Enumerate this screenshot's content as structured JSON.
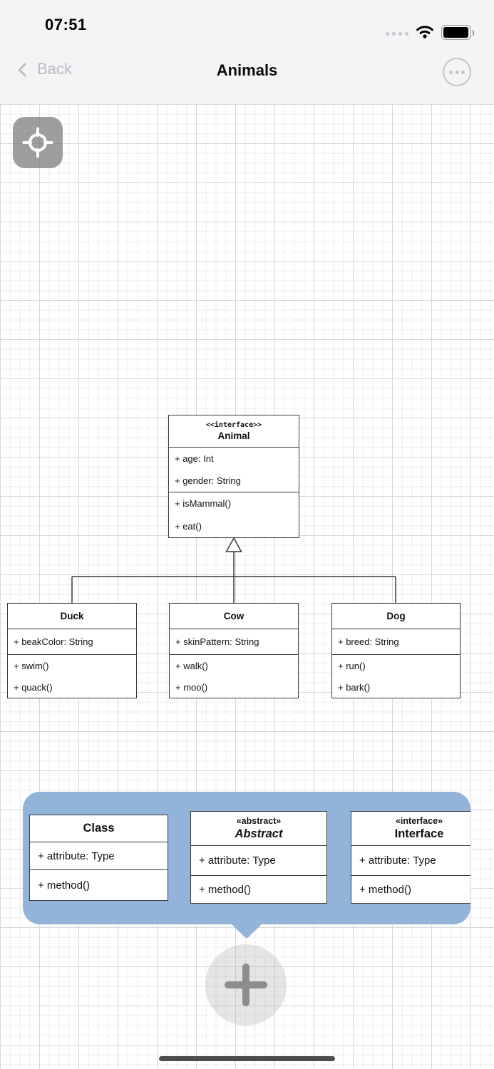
{
  "status_bar": {
    "time": "07:51"
  },
  "nav_bar": {
    "back_label": "Back",
    "title": "Animals"
  },
  "diagram": {
    "classes": {
      "animal": {
        "stereotype": "<<interface>>",
        "name": "Animal",
        "attributes": [
          "+ age: Int",
          "+ gender: String"
        ],
        "methods": [
          "+ isMammal()",
          "+ eat()"
        ]
      },
      "duck": {
        "name": "Duck",
        "attributes": [
          "+ beakColor: String"
        ],
        "methods": [
          "+ swim()",
          "+ quack()"
        ]
      },
      "cow": {
        "name": "Cow",
        "attributes": [
          "+ skinPattern: String"
        ],
        "methods": [
          "+ walk()",
          "+ moo()"
        ]
      },
      "dog": {
        "name": "Dog",
        "attributes": [
          "+ breed: String"
        ],
        "methods": [
          "+ run()",
          "+ bark()"
        ]
      }
    },
    "connectors": [
      {
        "from": "Duck",
        "to": "Animal",
        "type": "generalization"
      },
      {
        "from": "Cow",
        "to": "Animal",
        "type": "generalization"
      },
      {
        "from": "Dog",
        "to": "Animal",
        "type": "generalization"
      }
    ]
  },
  "palette": {
    "class_item": {
      "name": "Class",
      "attribute": "+ attribute: Type",
      "method": "+ method()"
    },
    "abstract_item": {
      "stereotype": "«abstract»",
      "name": "Abstract",
      "attribute": "+ attribute: Type",
      "method": "+ method()"
    },
    "interface_item": {
      "stereotype": "«interface»",
      "name": "Interface",
      "attribute": "+ attribute: Type",
      "method": "+ method()"
    }
  },
  "colors": {
    "palette_background": "#92b4d8",
    "canvas_grid_minor": "#ededf1",
    "canvas_grid_major": "#d8d8dc",
    "box_border": "#3a3a3a"
  }
}
